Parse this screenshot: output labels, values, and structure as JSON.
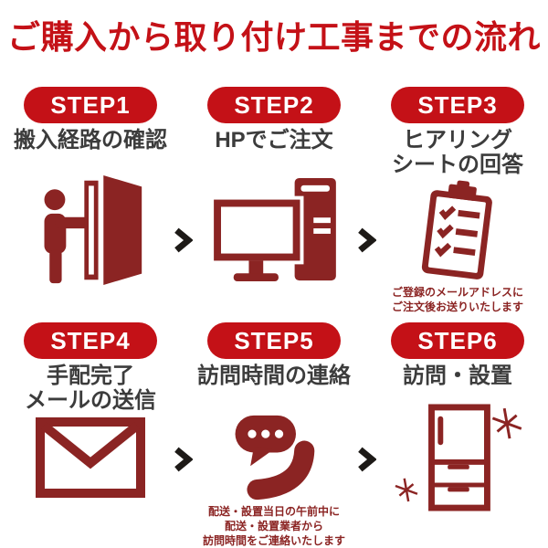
{
  "title": "ご購入から取り付け工事までの流れ",
  "colors": {
    "accent_red": "#c41117",
    "icon_maroon": "#8b2423",
    "label_gray": "#3c3c3c",
    "arrow_black": "#1d1a17",
    "background": "#ffffff",
    "badge_text": "#ffffff"
  },
  "steps": [
    {
      "badge": "STEP1",
      "label": "搬入経路の確認",
      "icon": "door-enter-icon"
    },
    {
      "badge": "STEP2",
      "label": "HPでご注文",
      "icon": "desktop-computer-icon"
    },
    {
      "badge": "STEP3",
      "label": "ヒアリング\nシートの回答",
      "icon": "checklist-clipboard-icon",
      "note": "ご登録のメールアドレスに\nご注文後お送りいたします"
    },
    {
      "badge": "STEP4",
      "label": "手配完了\nメールの送信",
      "icon": "envelope-icon"
    },
    {
      "badge": "STEP5",
      "label": "訪問時間の連絡",
      "icon": "phone-contact-icon",
      "note": "配送・設置当日の午前中に\n配送・設置業者から\n訪問時間をご連絡いたします"
    },
    {
      "badge": "STEP6",
      "label": "訪問・設置",
      "icon": "refrigerator-icon"
    }
  ],
  "arrow": {
    "name": "next-arrow-icon",
    "glyph": "❯"
  }
}
